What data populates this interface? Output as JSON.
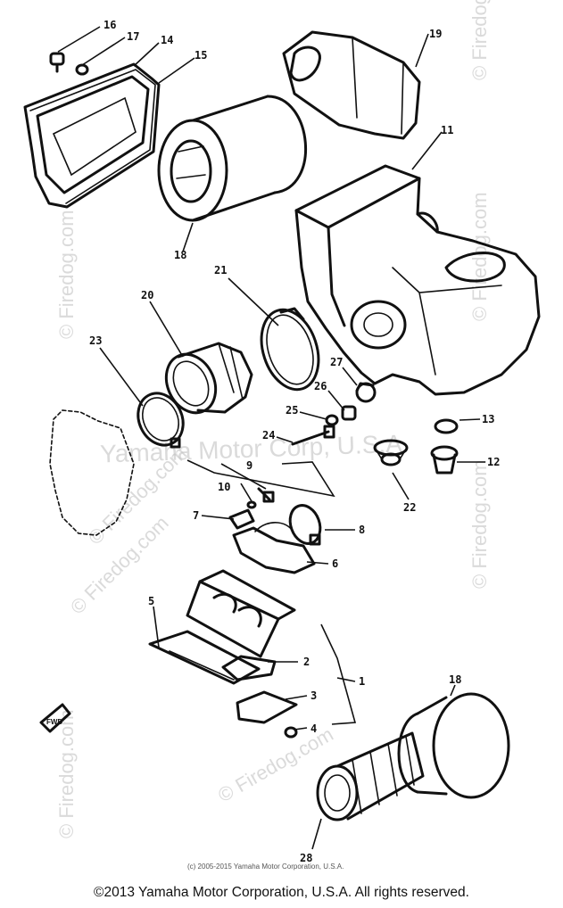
{
  "callouts": [
    "1",
    "2",
    "3",
    "4",
    "5",
    "6",
    "7",
    "8",
    "9",
    "10",
    "11",
    "12",
    "13",
    "14",
    "15",
    "16",
    "17",
    "18",
    "19",
    "20",
    "21",
    "22",
    "23",
    "24",
    "25",
    "26",
    "27",
    "28"
  ],
  "callout_extra": {
    "18b": "18"
  },
  "watermark": {
    "brand": "© Firedog.com",
    "center": "Yamaha Motor Corp, U.S.A."
  },
  "inner_copyright": "(c) 2005-2015 Yamaha Motor Corporation, U.S.A.",
  "fwd_label": "FWD",
  "footer": "©2013 Yamaha Motor Corporation, U.S.A. All rights reserved."
}
